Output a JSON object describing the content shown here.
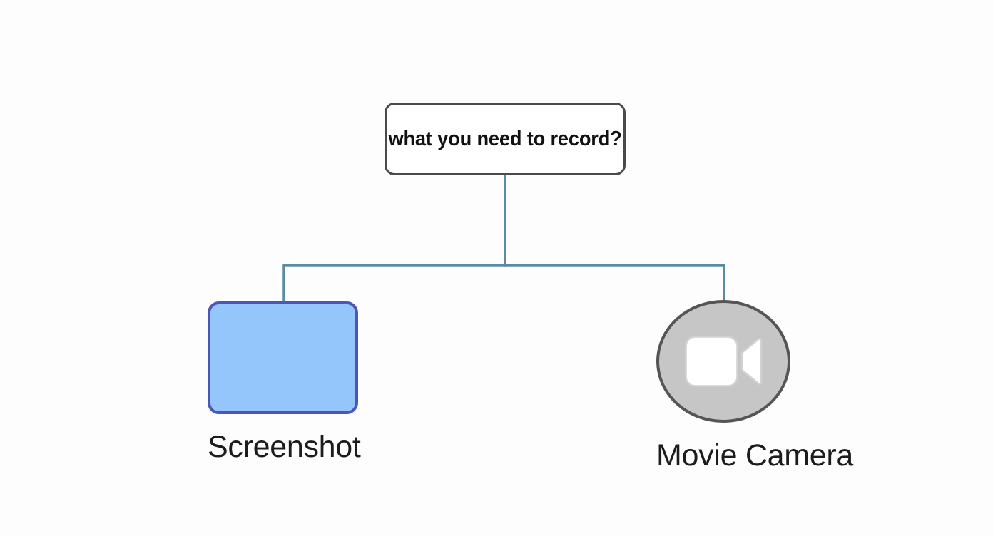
{
  "diagram": {
    "type": "tree",
    "background_color": "#fdfdfd",
    "root": {
      "label": "what you need to record?",
      "shape": "rounded-rectangle",
      "border_color": "#4a4a4c",
      "fill_color": "#ffffff"
    },
    "connector": {
      "color": "#5b8ba3",
      "style": "orthogonal-elbow"
    },
    "children": [
      {
        "label": "Screenshot",
        "shape": "rounded-rectangle",
        "fill_color": "#94c6fb",
        "border_color": "#4b56b8",
        "icon": "screenshot-rectangle-icon"
      },
      {
        "label": "Movie Camera",
        "shape": "circle",
        "fill_color": "#c6c6c6",
        "border_color": "#555556",
        "icon": "movie-camera-icon",
        "icon_color": "#ffffff"
      }
    ]
  }
}
